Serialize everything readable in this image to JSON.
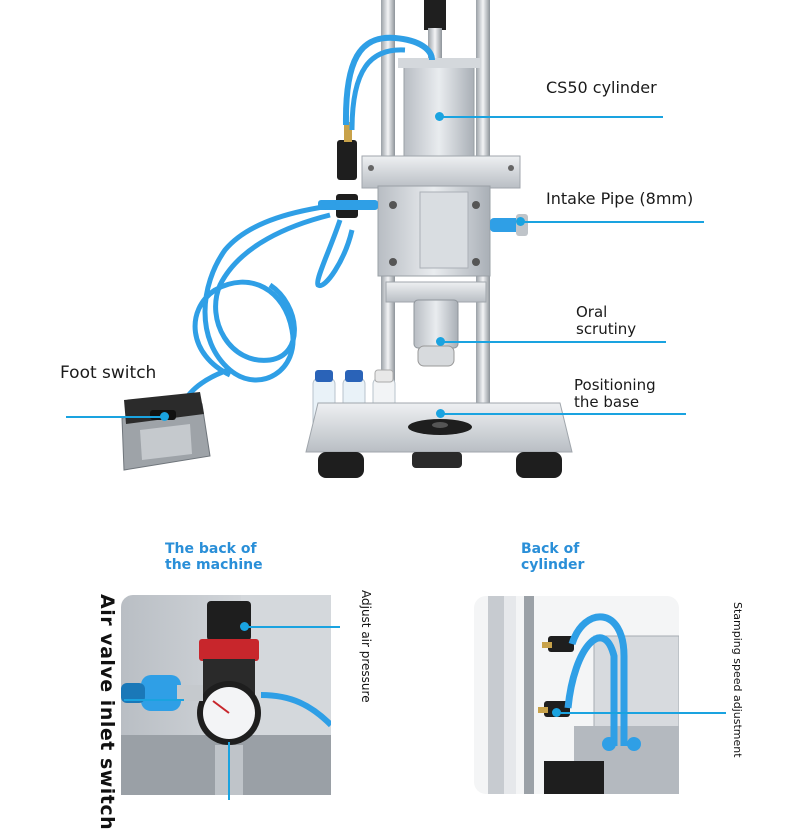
{
  "callouts": {
    "cylinder": "CS50 cylinder",
    "intake": "Intake Pipe (8mm)",
    "oral_line1": "Oral",
    "oral_line2": "scrutiny",
    "foot": "Foot switch",
    "positioning_line1": "Positioning",
    "positioning_line2": "the base"
  },
  "back_machine": {
    "title_line1": "The back of",
    "title_line2": "the machine",
    "air_valve": "Air valve inlet switch",
    "adjust_pressure": "Adjust air pressure"
  },
  "back_cylinder": {
    "title_line1": "Back of",
    "title_line2": "cylinder",
    "stamping_speed": "Stamping speed adjustment"
  },
  "colors": {
    "accent": "#1aa3e0",
    "title_blue": "#2a8fd8",
    "tube_blue": "#2f9fe6",
    "metal": "#c9cdd2",
    "dark": "#1e1e1e"
  }
}
